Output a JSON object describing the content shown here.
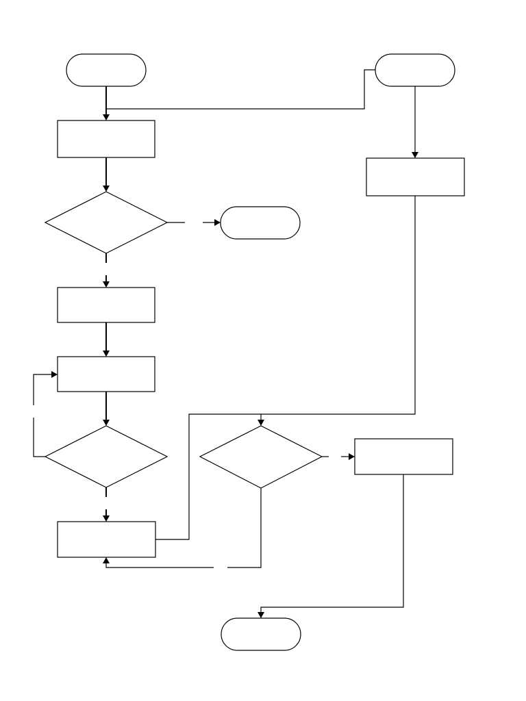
{
  "diagram": {
    "type": "flowchart",
    "style": {
      "stroke": "#000000",
      "fill": "#ffffff",
      "background": "#ffffff"
    },
    "nodes": [
      {
        "id": "start-left",
        "shape": "terminator",
        "label": ""
      },
      {
        "id": "start-right",
        "shape": "terminator",
        "label": ""
      },
      {
        "id": "process-1",
        "shape": "process",
        "label": ""
      },
      {
        "id": "decision-1",
        "shape": "decision",
        "label": ""
      },
      {
        "id": "terminator-mid",
        "shape": "terminator",
        "label": ""
      },
      {
        "id": "process-2",
        "shape": "process",
        "label": ""
      },
      {
        "id": "process-3",
        "shape": "process",
        "label": ""
      },
      {
        "id": "decision-2",
        "shape": "decision",
        "label": ""
      },
      {
        "id": "process-4",
        "shape": "process",
        "label": ""
      },
      {
        "id": "process-right",
        "shape": "process",
        "label": ""
      },
      {
        "id": "decision-3",
        "shape": "decision",
        "label": ""
      },
      {
        "id": "process-5",
        "shape": "process",
        "label": ""
      },
      {
        "id": "end",
        "shape": "terminator",
        "label": ""
      }
    ],
    "edges": [
      {
        "from": "start-left",
        "to": "process-1"
      },
      {
        "from": "start-right",
        "to": "process-1"
      },
      {
        "from": "process-1",
        "to": "decision-1"
      },
      {
        "from": "decision-1",
        "to": "terminator-mid"
      },
      {
        "from": "decision-1",
        "to": "process-2"
      },
      {
        "from": "process-2",
        "to": "process-3"
      },
      {
        "from": "process-3",
        "to": "decision-2"
      },
      {
        "from": "decision-2",
        "to": "process-3"
      },
      {
        "from": "decision-2",
        "to": "process-4"
      },
      {
        "from": "start-right",
        "to": "process-right"
      },
      {
        "from": "process-right",
        "to": "decision-3"
      },
      {
        "from": "process-4",
        "to": "decision-3"
      },
      {
        "from": "decision-3",
        "to": "process-5"
      },
      {
        "from": "decision-3",
        "to": "process-4"
      },
      {
        "from": "process-5",
        "to": "end"
      }
    ]
  }
}
